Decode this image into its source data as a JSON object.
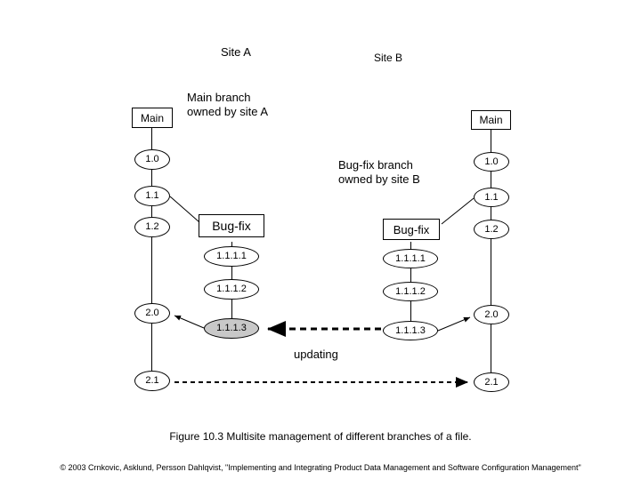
{
  "titles": {
    "site_a": "Site A",
    "site_b": "Site B"
  },
  "notes": {
    "main_branch": "Main branch\nowned by site A",
    "bugfix_branch": "Bug-fix branch\nowned by site B",
    "updating": "updating"
  },
  "site_a": {
    "main_box": "Main",
    "bugfix_box": "Bug-fix",
    "main_versions": [
      "1.0",
      "1.1",
      "1.2",
      "2.0",
      "2.1"
    ],
    "bugfix_versions": [
      "1.1.1.1",
      "1.1.1.2",
      "1.1.1.3"
    ]
  },
  "site_b": {
    "main_box": "Main",
    "bugfix_box": "Bug-fix",
    "main_versions": [
      "1.0",
      "1.1",
      "1.2",
      "2.0",
      "2.1"
    ],
    "bugfix_versions": [
      "1.1.1.1",
      "1.1.1.2",
      "1.1.1.3"
    ]
  },
  "caption": "Figure 10.3 Multisite management of different branches of a file.",
  "copyright": "© 2003 Crnkovic, Asklund, Persson Dahlqvist, \"Implementing and Integrating Product Data Management and Software Configuration Management\"",
  "colors": {
    "line": "#000000",
    "shaded_node": "#c8c8c8",
    "background": "#ffffff"
  }
}
